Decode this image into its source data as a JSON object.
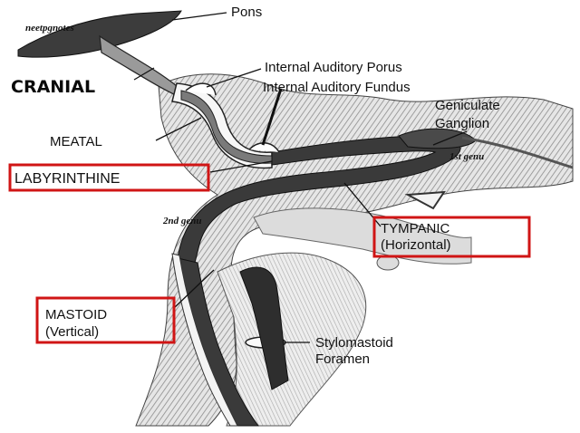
{
  "watermark": "neetpgnotes",
  "labels": {
    "pons": "Pons",
    "cranial": "CRANIAL",
    "meatal": "MEATAL",
    "porus": "Internal Auditory  Porus",
    "fundus": "Internal Auditory Fundus",
    "geniculate_line1": "Geniculate",
    "geniculate_line2": "Ganglion",
    "first_genu": "1st genu",
    "labyrinthine": "LABYRINTHINE",
    "second_genu": "2nd genu",
    "tympanic_line1": "TYMPANIC",
    "tympanic_line2": "(Horizontal)",
    "mastoid_line1": "MASTOID",
    "mastoid_line2": "(Vertical)",
    "stylomastoid_line1": "Stylomastoid",
    "stylomastoid_line2": "Foramen"
  },
  "colors": {
    "highlight_box": "#d01515",
    "nerve": "#3a3a3a",
    "bone_hatch": "#9a9a9a",
    "background": "#ffffff"
  }
}
